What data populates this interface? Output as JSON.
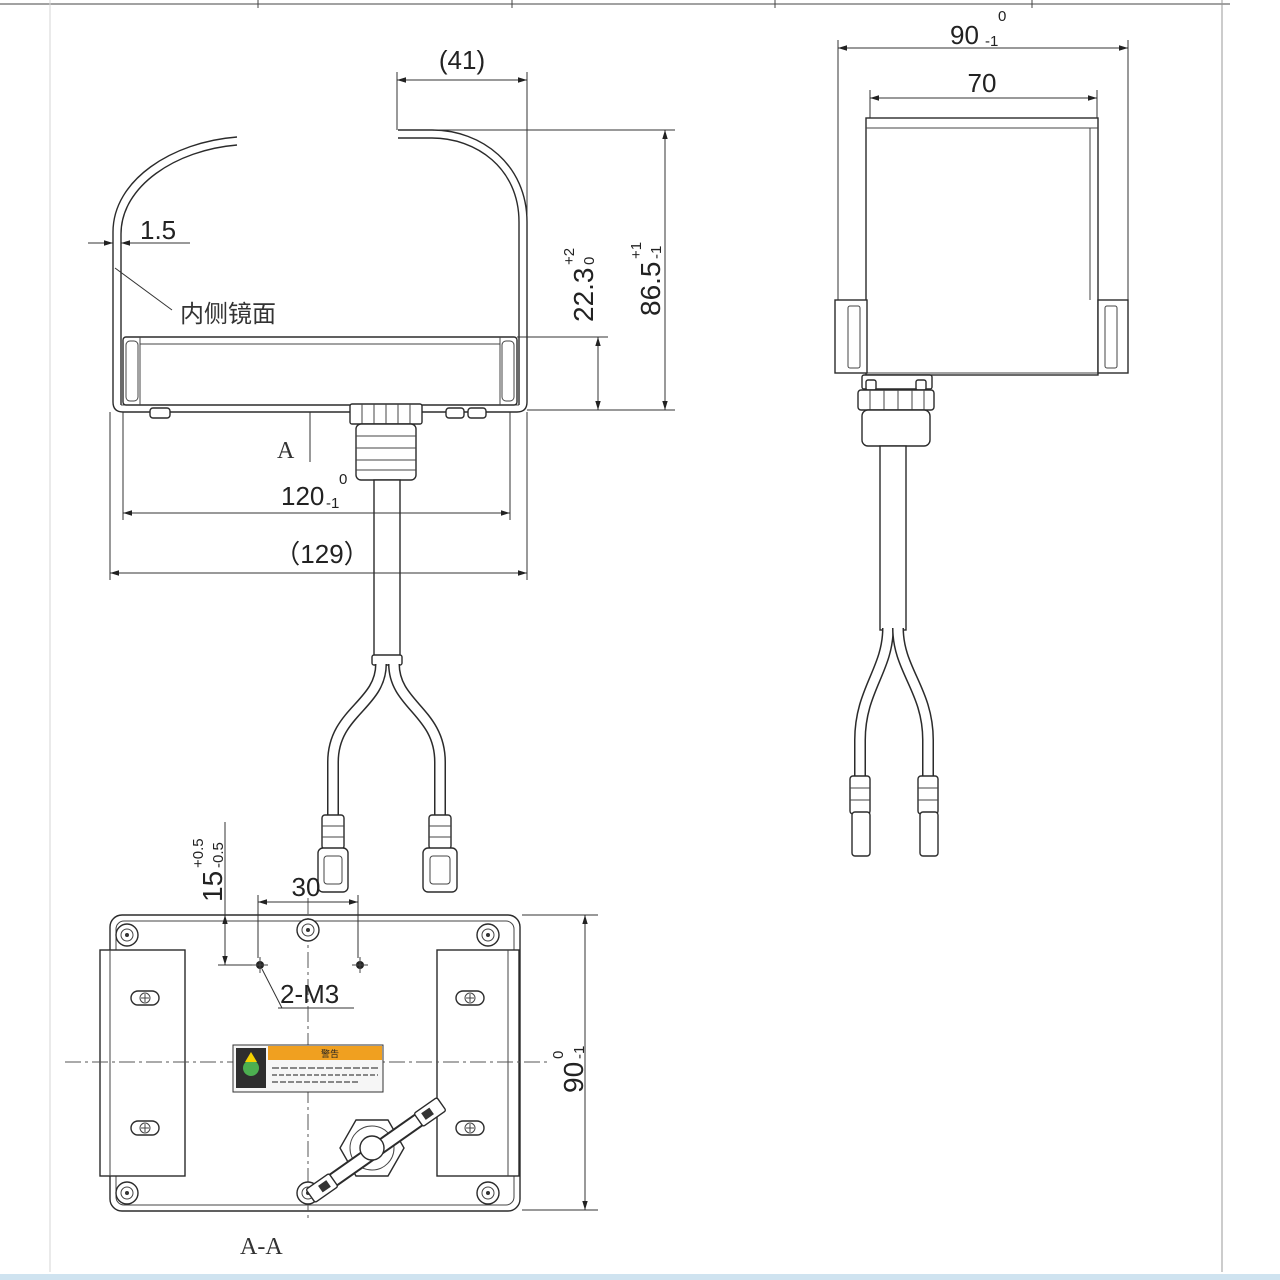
{
  "front_view": {
    "dim_top": "(41)",
    "dim_wall": "1.5",
    "mirror_note": "内侧镜面",
    "dim_body_height": {
      "value": "22.3",
      "upper": "+2",
      "lower": "0"
    },
    "dim_total_height": {
      "value": "86.5",
      "upper": "+1",
      "lower": "-1"
    },
    "section_marker": "A",
    "dim_body_width": {
      "value": "120",
      "upper": "0",
      "lower": "-1"
    },
    "dim_overall_width": "（129）"
  },
  "side_view": {
    "dim_overall_depth": {
      "value": "90",
      "upper": "0",
      "lower": "-1"
    },
    "dim_body_depth": "70"
  },
  "section_view": {
    "title": "A-A",
    "dim_hole_offset": {
      "value": "15",
      "upper": "+0.5",
      "lower": "-0.5"
    },
    "dim_hole_spacing": "30",
    "hole_callout": "2-M3",
    "dim_plate_depth": {
      "value": "90",
      "upper": "0",
      "lower": "-1"
    },
    "warning_label_title": "警告"
  },
  "colors": {
    "warning_band": "#f0a020",
    "label_icon": "#2e2e2e"
  }
}
